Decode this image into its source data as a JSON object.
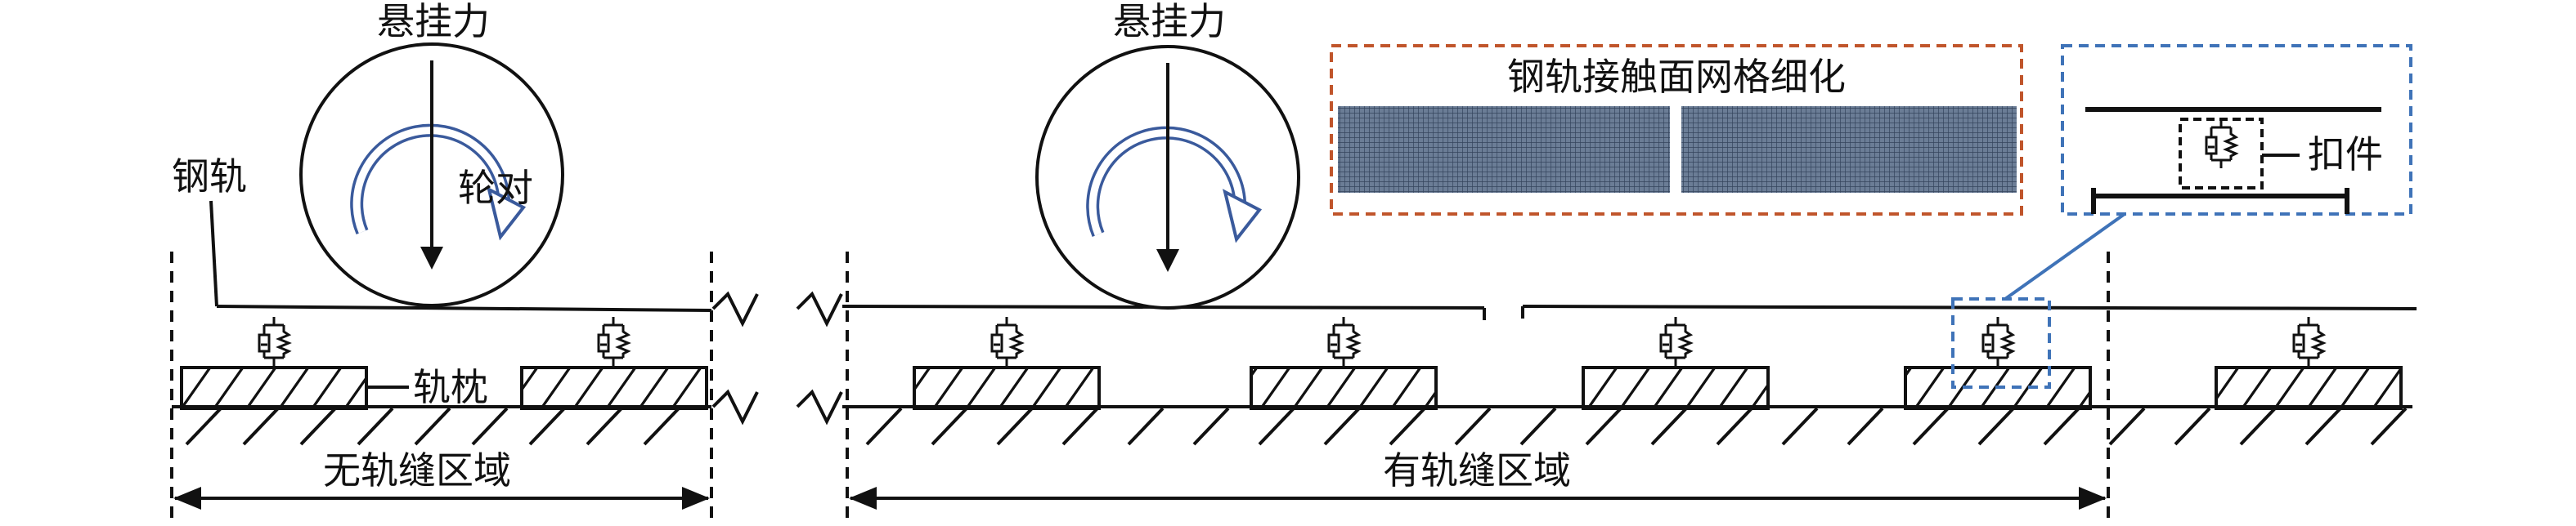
{
  "labels": {
    "suspension_force_left": "悬挂力",
    "suspension_force_right": "悬挂力",
    "wheelset": "轮对",
    "rail": "钢轨",
    "sleeper": "轨枕",
    "no_joint_region": "无轨缝区域",
    "joint_region": "有轨缝区域",
    "mesh_refinement": "钢轨接触面网格细化",
    "fastener": "扣件"
  },
  "colors": {
    "line": "#111111",
    "rotation_arrow": "#3a5a9c",
    "mesh_frame": "#c0552b",
    "detail_frame": "#3f73b8",
    "mesh_fill": "#5a6d86"
  },
  "icons": {
    "rotation": "rotation-arrow-icon",
    "spring_damper": "spring-damper-icon",
    "hatch": "ground-hatch"
  }
}
